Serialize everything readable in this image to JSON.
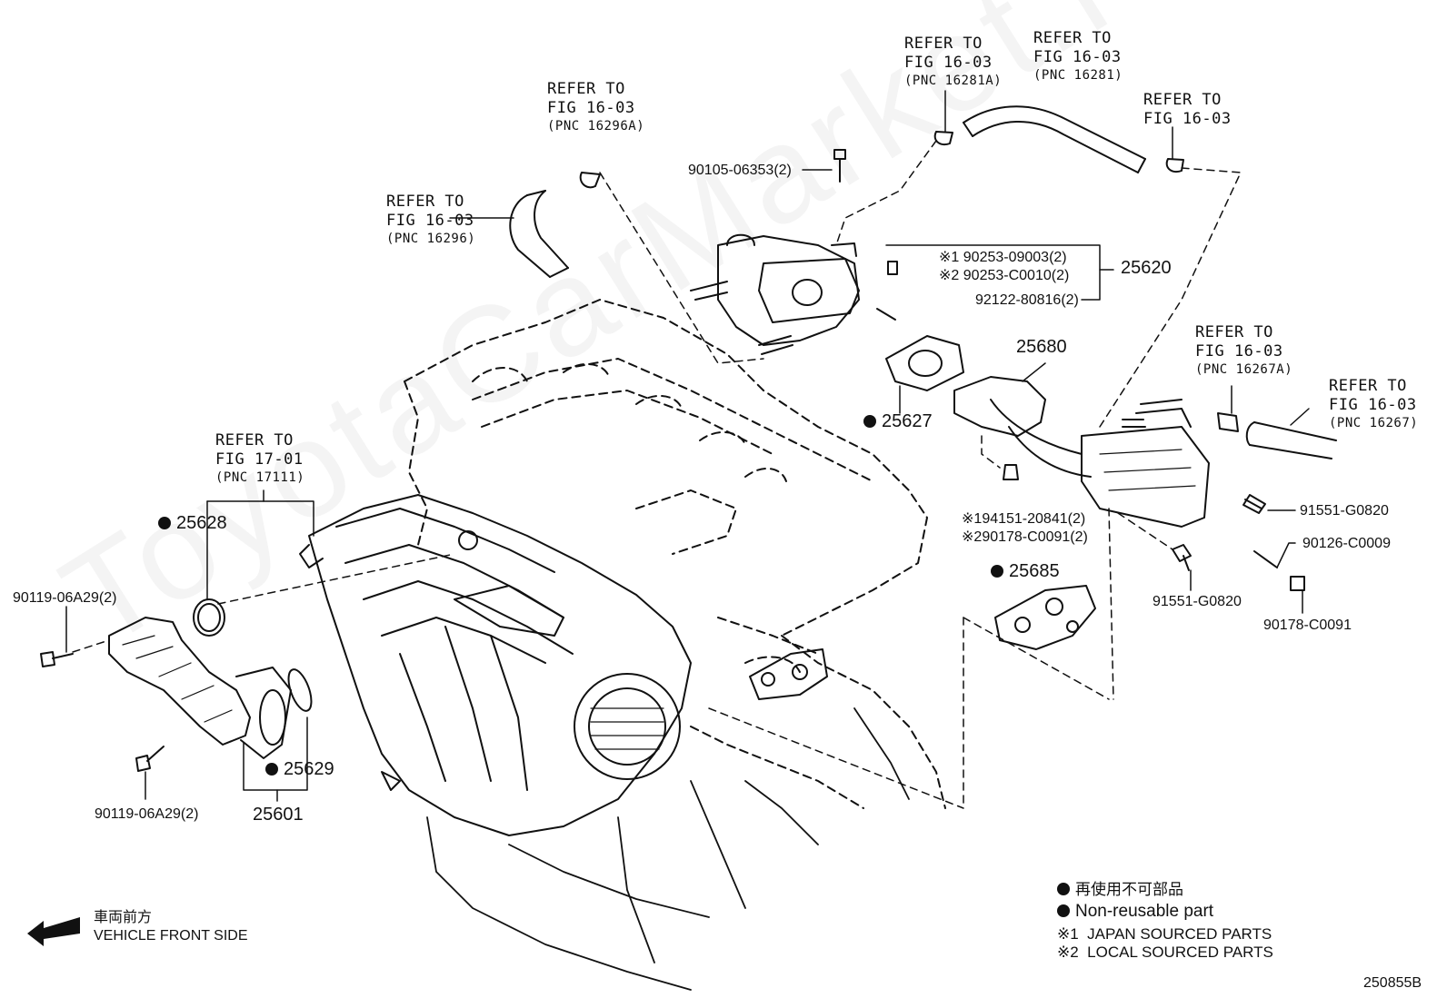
{
  "watermark": "ToyotaCarMarket.ru",
  "refs": {
    "r16296a": {
      "l1": "REFER TO",
      "l2": "FIG 16-03",
      "pnc": "(PNC 16296A)"
    },
    "r16296": {
      "l1": "REFER TO",
      "l2": "FIG 16-03",
      "pnc": "(PNC 16296)"
    },
    "r16281a": {
      "l1": "REFER TO",
      "l2": "FIG 16-03",
      "pnc": "(PNC 16281A)"
    },
    "r16281": {
      "l1": "REFER TO",
      "l2": "FIG 16-03",
      "pnc": "(PNC 16281)"
    },
    "r1603": {
      "l1": "REFER TO",
      "l2": "FIG 16-03"
    },
    "r16267a": {
      "l1": "REFER TO",
      "l2": "FIG 16-03",
      "pnc": "(PNC 16267A)"
    },
    "r16267": {
      "l1": "REFER TO",
      "l2": "FIG 16-03",
      "pnc": "(PNC 16267)"
    },
    "r17111": {
      "l1": "REFER TO",
      "l2": "FIG 17-01",
      "pnc": "(PNC 17111)"
    }
  },
  "parts": {
    "p25620": "25620",
    "p25680": "25680",
    "p25627": "25627",
    "p25628": "25628",
    "p25629": "25629",
    "p25601": "25601",
    "p25685": "25685"
  },
  "codes": {
    "c90105": "90105-06353(2)",
    "c90253a_mark": "※1",
    "c90253a": "90253-09003(2)",
    "c90253b_mark": "※2",
    "c90253b": "90253-C0010(2)",
    "c92122": "92122-80816(2)",
    "c94151_mark": "※1",
    "c94151": "94151-20841(2)",
    "c90178a_mark": "※2",
    "c90178a": "90178-C0091(2)",
    "c91551a": "91551-G0820",
    "c90126": "90126-C0009",
    "c91551b": "91551-G0820",
    "c90178b": "90178-C0091",
    "c90119a": "90119-06A29(2)",
    "c90119b": "90119-06A29(2)"
  },
  "direction": {
    "jp": "車両前方",
    "en": "VEHICLE FRONT SIDE"
  },
  "legend": {
    "nonreuse_jp": "再使用不可部品",
    "nonreuse_en": "Non-reusable part",
    "mark1": "※1",
    "japan": "JAPAN SOURCED PARTS",
    "mark2": "※2",
    "local": "LOCAL SOURCED PARTS"
  },
  "figure_id": "250855B"
}
